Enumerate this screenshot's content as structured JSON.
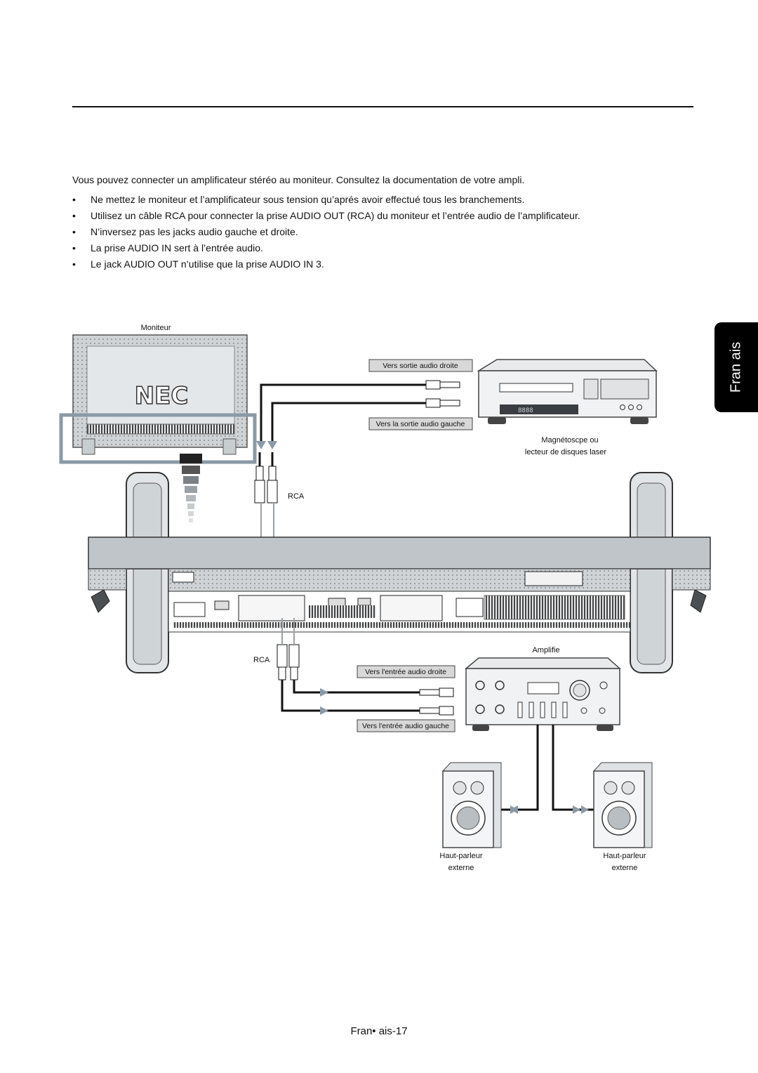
{
  "intro": "Vous pouvez connecter un amplificateur stéréo au moniteur. Consultez la documentation de votre ampli.",
  "bullets": [
    "Ne mettez le moniteur et l’amplificateur sous tension qu’aprés avoir effectué tous les branchements.",
    "Utilisez un câble RCA pour connecter la prise AUDIO OUT (RCA) du moniteur et l’entrée audio de l’amplificateur.",
    "N’inversez pas les jacks audio gauche et droite.",
    "La prise AUDIO IN sert à l’entrée audio.",
    "Le jack AUDIO OUT n’utilise que la prise AUDIO IN 3."
  ],
  "side_tab": "Fran ais",
  "page_number": "Fran• ais-17",
  "diagram": {
    "monitor_label": "Moniteur",
    "monitor_logo": "NEC",
    "vcr_right": "Vers sortie audio droite",
    "vcr_left": "Vers la sortie audio gauche",
    "vcr_line1": "Magnétoscpe ou",
    "vcr_line2": "lecteur de disques laser",
    "vcr_display": "8888",
    "rca_top": "RCA",
    "rca_bottom": "RCA",
    "amp_label": "Amplifie",
    "amp_right": "Vers l'entrée audio droite",
    "amp_left": "Vers l'entrée audio gauche",
    "speaker_left_1": "Haut-parleur",
    "speaker_left_2": "externe",
    "speaker_right_1": "Haut-parleur",
    "speaker_right_2": "externe"
  },
  "colors": {
    "accent_gray": "#8a9aa6",
    "label_box": "#d8d8d8"
  }
}
